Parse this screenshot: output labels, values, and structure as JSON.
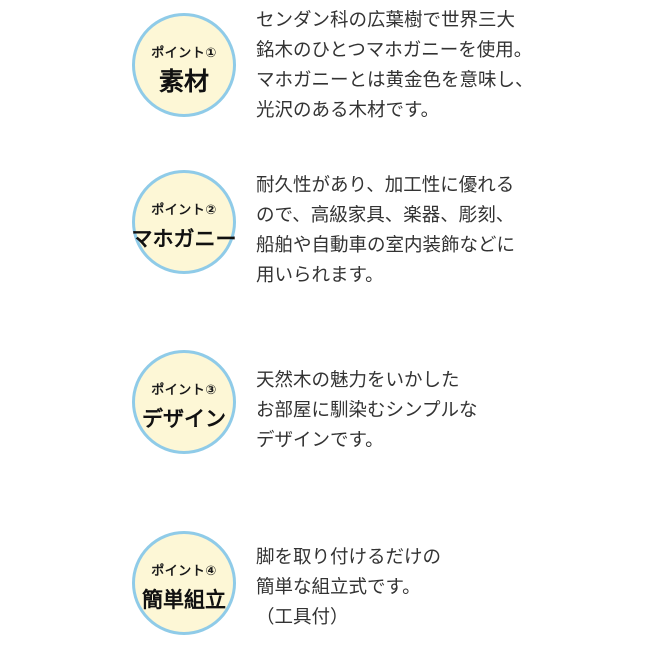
{
  "points": [
    {
      "label": "ポイント①",
      "title": "素材",
      "lines": [
        "センダン科の広葉樹で世界三大",
        "銘木のひとつマホガニーを使用。",
        "マホガニーとは黄金色を意味し、",
        "光沢のある木材です。"
      ]
    },
    {
      "label": "ポイント②",
      "title": "マホガニー",
      "lines": [
        "耐久性があり、加工性に優れる",
        "ので、高級家具、楽器、彫刻、",
        "船舶や自動車の室内装飾などに",
        "用いられます。"
      ]
    },
    {
      "label": "ポイント③",
      "title": "デザイン",
      "lines": [
        "天然木の魅力をいかした",
        "お部屋に馴染むシンプルな",
        "デザインです。"
      ]
    },
    {
      "label": "ポイント④",
      "title": "簡単組立",
      "lines": [
        "脚を取り付けるだけの",
        "簡単な組立式です。",
        "（工具付）"
      ]
    }
  ],
  "colors": {
    "badge_fill": "#fdf7d6",
    "badge_border": "#8fcbe8",
    "text": "#333333"
  }
}
